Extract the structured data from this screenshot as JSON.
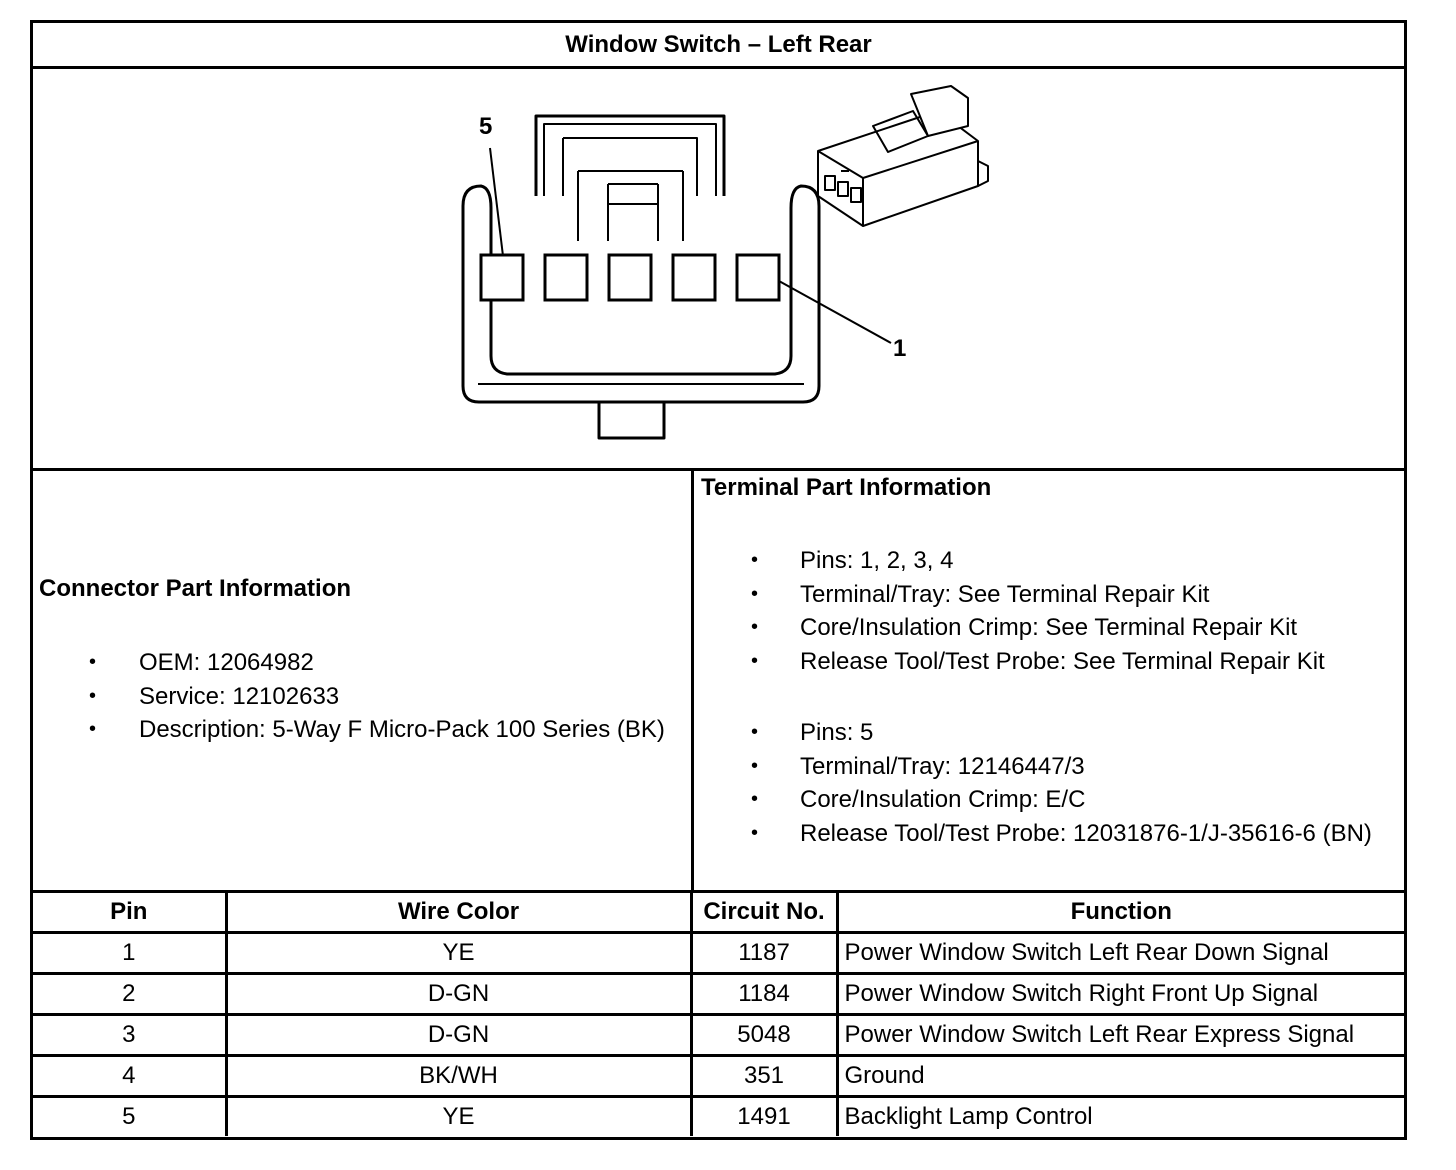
{
  "title": "Window Switch – Left Rear",
  "figure": {
    "callout_top": "5",
    "callout_right": "1"
  },
  "connector_info": {
    "heading": "Connector Part Information",
    "items": [
      "OEM: 12064982",
      "Service: 12102633",
      "Description: 5-Way F Micro-Pack 100 Series (BK)"
    ]
  },
  "terminal_info": {
    "heading": "Terminal Part Information",
    "groups": [
      {
        "items": [
          "Pins: 1, 2, 3, 4",
          "Terminal/Tray: See Terminal Repair Kit",
          "Core/Insulation Crimp: See Terminal Repair Kit",
          "Release Tool/Test Probe: See Terminal Repair Kit"
        ]
      },
      {
        "items": [
          "Pins: 5",
          "Terminal/Tray: 12146447/3",
          "Core/Insulation Crimp: E/C",
          "Release Tool/Test Probe: 12031876-1/J-35616-6 (BN)"
        ]
      }
    ]
  },
  "bullet_glyph": "•",
  "pin_table": {
    "headers": [
      "Pin",
      "Wire Color",
      "Circuit No.",
      "Function"
    ],
    "rows": [
      [
        "1",
        "YE",
        "1187",
        "Power Window Switch Left Rear Down Signal"
      ],
      [
        "2",
        "D-GN",
        "1184",
        "Power Window Switch Right Front Up Signal"
      ],
      [
        "3",
        "D-GN",
        "5048",
        "Power Window Switch Left Rear Express Signal"
      ],
      [
        "4",
        "BK/WH",
        "351",
        "Ground"
      ],
      [
        "5",
        "YE",
        "1491",
        "Backlight Lamp Control"
      ]
    ]
  }
}
